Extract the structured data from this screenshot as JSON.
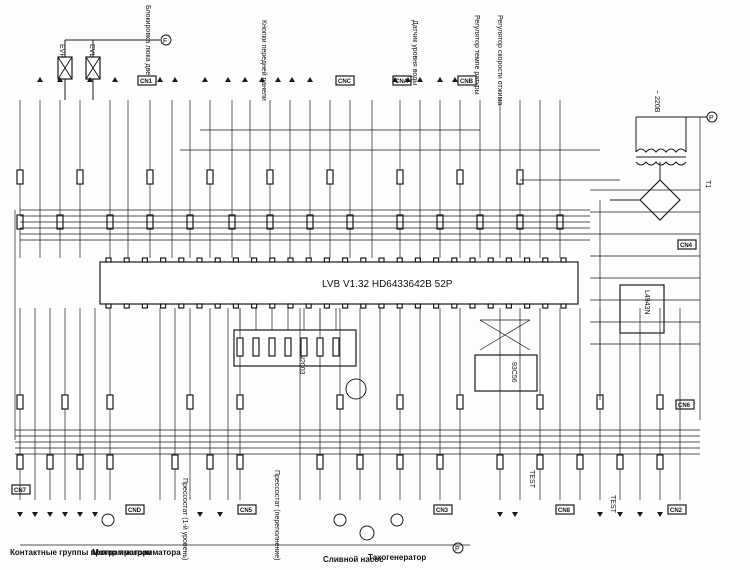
{
  "chip_label": "LVB  V1.32   HD6433642B 52P",
  "ics": {
    "ic1": "L4943N",
    "ic2": "ULN2003",
    "ic3": "93C56"
  },
  "transformer": {
    "name": "T1",
    "supply": "~ 220B"
  },
  "connectors": [
    {
      "id": "cn1",
      "label": "CN1"
    },
    {
      "id": "cn2",
      "label": "CN2"
    },
    {
      "id": "cn3",
      "label": "CN3"
    },
    {
      "id": "cn4",
      "label": "CN4"
    },
    {
      "id": "cn5",
      "label": "CN5"
    },
    {
      "id": "cn6",
      "label": "CN6"
    },
    {
      "id": "cn7",
      "label": "CN7"
    },
    {
      "id": "cn8",
      "label": "CN8"
    },
    {
      "id": "cna",
      "label": "CNA"
    },
    {
      "id": "cnb",
      "label": "CNB"
    },
    {
      "id": "cnc",
      "label": "CNC"
    },
    {
      "id": "cnd",
      "label": "CND"
    }
  ],
  "top_labels": [
    {
      "id": "lock",
      "text": "Блокировка люка двери"
    },
    {
      "id": "buttons",
      "text": "Кнопки передней панели"
    },
    {
      "id": "level",
      "text": "Датчик уровня воды"
    },
    {
      "id": "temp",
      "text": "Регулятор темпе ратуры"
    },
    {
      "id": "speed",
      "text": "Регулятор скорости отжима"
    }
  ],
  "bottom_labels": {
    "contacts": "Контактные группы программатора",
    "motor": "Мотор программатора",
    "pressostat": "Прессостат (переполнение)",
    "drain": "Сливной насос",
    "tacho": "Тахогенератор",
    "pressostat2": "Прессостат (1-й уровень)"
  },
  "misc_labels": {
    "evp": "EVP",
    "evl": "EVL",
    "terminal_f": "F",
    "terminal_p": "P",
    "test1": "TEST",
    "test2": "TEST"
  }
}
